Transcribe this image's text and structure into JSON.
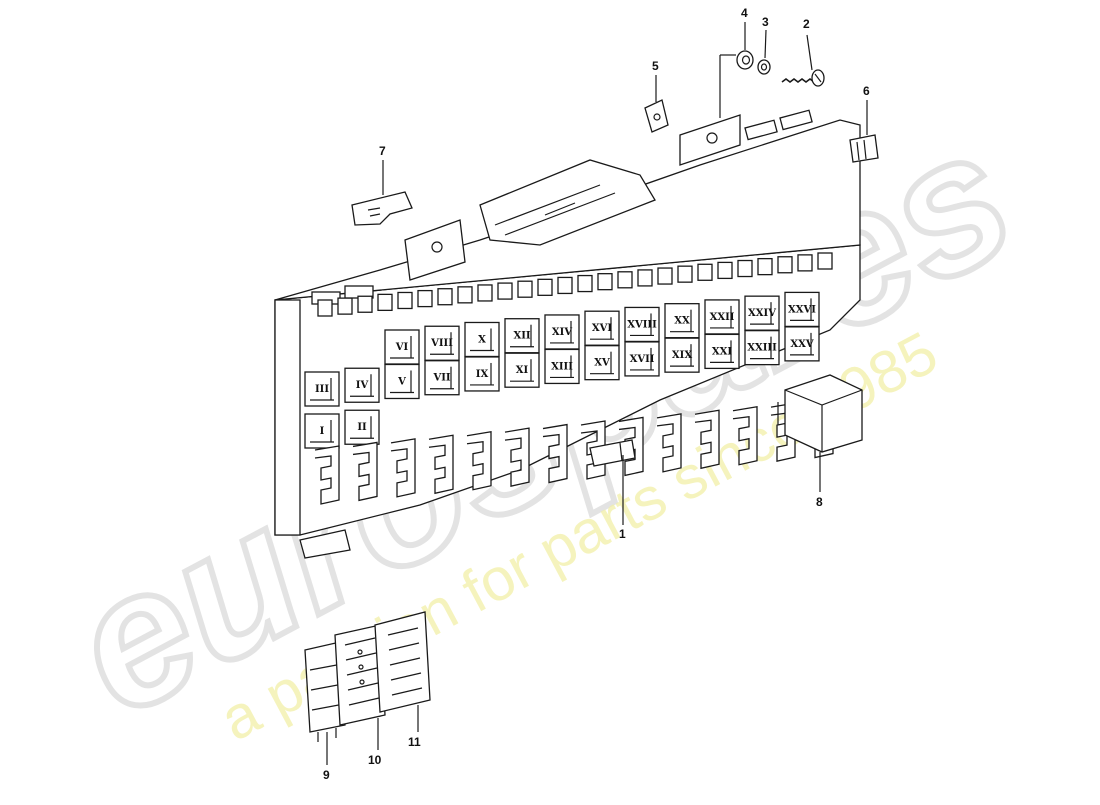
{
  "watermark": {
    "brand": "eurospares",
    "tagline": "a passion for parts since 1985"
  },
  "parts": [
    {
      "id": "1",
      "label": "1"
    },
    {
      "id": "2",
      "label": "2"
    },
    {
      "id": "3",
      "label": "3"
    },
    {
      "id": "4",
      "label": "4"
    },
    {
      "id": "5",
      "label": "5"
    },
    {
      "id": "6",
      "label": "6"
    },
    {
      "id": "7",
      "label": "7"
    },
    {
      "id": "8",
      "label": "8"
    },
    {
      "id": "9",
      "label": "9"
    },
    {
      "id": "10",
      "label": "10"
    },
    {
      "id": "11",
      "label": "11"
    }
  ],
  "relay_slots": {
    "upper_row": [
      "VI",
      "VIII",
      "X",
      "XII",
      "XIV",
      "XVI",
      "XVIII",
      "XX",
      "XXII",
      "XXIV",
      "XXVI"
    ],
    "middle_row": [
      "III",
      "IV",
      "V",
      "VII",
      "IX",
      "XI",
      "XIII",
      "XV",
      "XVII",
      "XIX",
      "XXI",
      "XXIII",
      "XXV"
    ],
    "lower_row": [
      "I",
      "II"
    ]
  },
  "colors": {
    "line": "#1a1a1a",
    "watermark_outline": "#e3e3e3",
    "watermark_tagline": "#f2f0a8"
  }
}
